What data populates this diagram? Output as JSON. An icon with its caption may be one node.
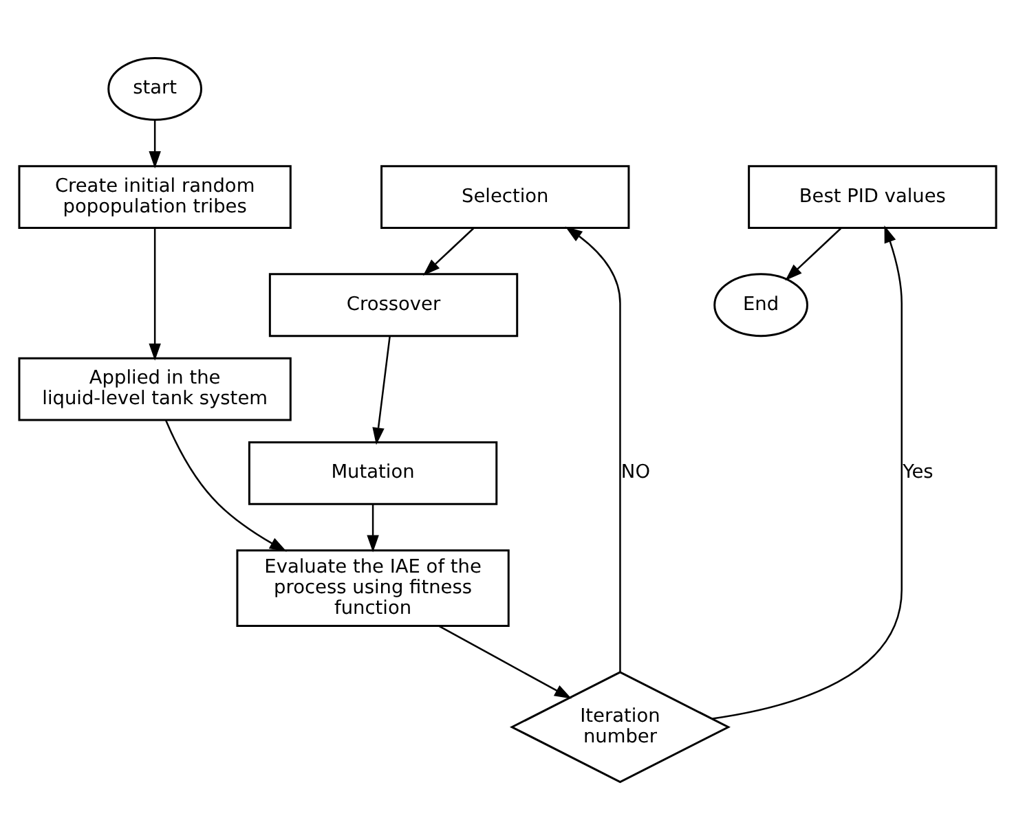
{
  "diagram": {
    "nodes": [
      {
        "text": [
          "start"
        ]
      },
      {
        "text": [
          "Create initial random popopulation tribes"
        ]
      },
      {
        "text": [
          "Applied in the liquid-level tank system"
        ]
      },
      {
        "text": [
          "Evaluate the IAE of the process using fitness function"
        ]
      },
      {
        "text": [
          "Iteration number"
        ]
      },
      {
        "text": [
          "Selection"
        ]
      },
      {
        "text": [
          "Crossover"
        ]
      },
      {
        "text": [
          "Mutation"
        ]
      },
      {
        "text": [
          "Best PID values"
        ]
      },
      {
        "text": [
          "End"
        ]
      }
    ],
    "edges": [
      {
        "from": 0,
        "to": 1,
        "arrow": "to"
      },
      {
        "from": 1,
        "to": 2,
        "arrow": "to"
      },
      {
        "from": 2,
        "to": 3,
        "arrow": "to"
      },
      {
        "from": 3,
        "to": 4,
        "arrow": "to"
      },
      {
        "from": 4,
        "to": 5,
        "arrow": "to",
        "label": "NO"
      },
      {
        "from": 5,
        "to": 6,
        "arrow": "to"
      },
      {
        "from": 6,
        "to": 7,
        "arrow": "to"
      },
      {
        "from": 7,
        "to": 3,
        "arrow": "to"
      },
      {
        "from": 4,
        "to": 8,
        "arrow": "to",
        "label": "Yes"
      },
      {
        "from": 8,
        "to": 9,
        "arrow": "to"
      }
    ]
  }
}
